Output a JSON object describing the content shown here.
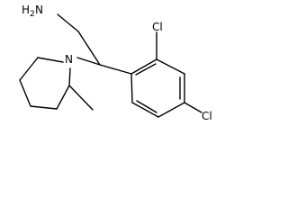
{
  "molecule": {
    "amine": {
      "main": "H",
      "sub": "2",
      "tail": "N"
    },
    "ring_nitrogen": "N",
    "chloro_top": "Cl",
    "chloro_bottom": "Cl"
  },
  "colors": {
    "ink": "#000000",
    "background": "#ffffff"
  }
}
